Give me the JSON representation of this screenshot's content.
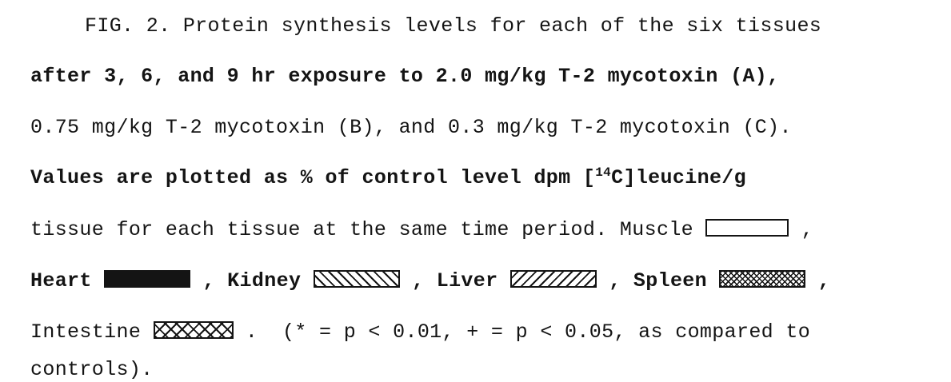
{
  "caption": {
    "line1": "FIG. 2. Protein synthesis levels for each of the six tissues",
    "line2": "after 3, 6, and 9 hr exposure to 2.0 mg/kg T-2 mycotoxin (A),",
    "line3": "0.75 mg/kg T-2 mycotoxin (B), and 0.3 mg/kg T-2 mycotoxin (C).",
    "line4_pre": "Values are plotted as % of control level dpm [",
    "line4_sup": "14",
    "line4_post": "C]leucine/g",
    "line5_text": "tissue for each tissue at the same time period. Muscle ",
    "line5_sep": " ,",
    "line6_heart": "Heart ",
    "line6_kidney": " , Kidney ",
    "line6_liver": " , Liver ",
    "line6_spleen": " , Spleen ",
    "line6_end": " ,",
    "line7_intestine": "Intestine ",
    "line7_end": " .  (* = p < 0.01, + = p < 0.05, as compared to",
    "line8": "controls)."
  },
  "legend": {
    "muscle_fill": "#ffffff",
    "heart_fill": "#141414",
    "kidney_pattern": "diagonal-hatch-down",
    "liver_pattern": "diagonal-hatch-up",
    "spleen_pattern": "fine-crosshatch",
    "intestine_pattern": "coarse-crosshatch"
  }
}
